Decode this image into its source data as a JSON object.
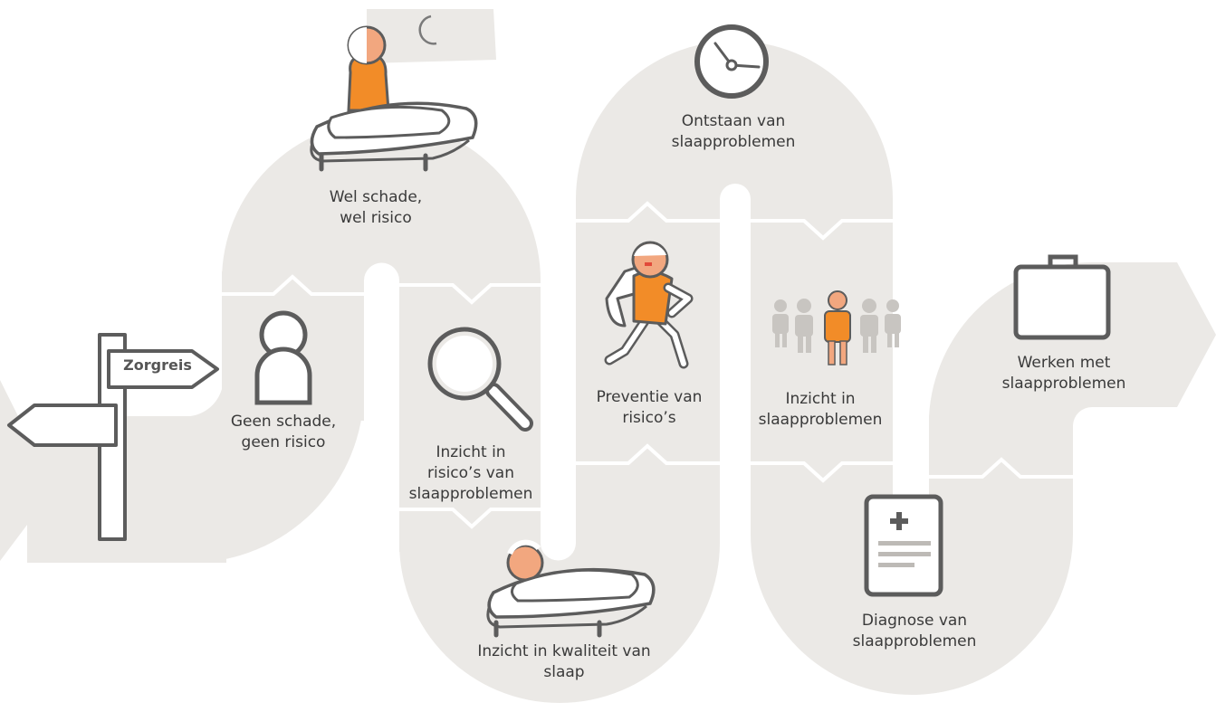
{
  "colors": {
    "path": "#ebe9e6",
    "outline": "#5c5c5c",
    "accent": "#f28c28",
    "skin": "#f2a77f",
    "muted": "#bdbab6",
    "text": "#3a3a3a"
  },
  "signpost": {
    "label": "Zorgreis",
    "icon": "signpost-icon"
  },
  "steps": [
    {
      "id": "geen-schade",
      "lines": [
        "Geen schade,",
        "geen risico"
      ],
      "icon": "person-outline-icon"
    },
    {
      "id": "wel-schade",
      "lines": [
        "Wel schade,",
        "wel risico"
      ],
      "icon": "person-sitting-in-bed-icon"
    },
    {
      "id": "inzicht-risicos",
      "lines": [
        "Inzicht in",
        "risico’s van",
        "slaapproblemen"
      ],
      "icon": "magnifier-icon"
    },
    {
      "id": "kwaliteit-slaap",
      "lines": [
        "Inzicht in kwaliteit van",
        "slaap"
      ],
      "icon": "person-sleeping-icon"
    },
    {
      "id": "preventie",
      "lines": [
        "Preventie van",
        "risico’s"
      ],
      "icon": "running-person-icon"
    },
    {
      "id": "ontstaan",
      "lines": [
        "Ontstaan van",
        "slaapproblemen"
      ],
      "icon": "clock-icon"
    },
    {
      "id": "inzicht-slaapproblemen",
      "lines": [
        "Inzicht in",
        "slaapproblemen"
      ],
      "icon": "group-of-people-icon"
    },
    {
      "id": "diagnose",
      "lines": [
        "Diagnose van",
        "slaapproblemen"
      ],
      "icon": "medical-report-icon"
    },
    {
      "id": "werken",
      "lines": [
        "Werken met",
        "slaapproblemen"
      ],
      "icon": "briefcase-icon"
    }
  ],
  "decorations": {
    "moon_icon": "moon-icon"
  }
}
